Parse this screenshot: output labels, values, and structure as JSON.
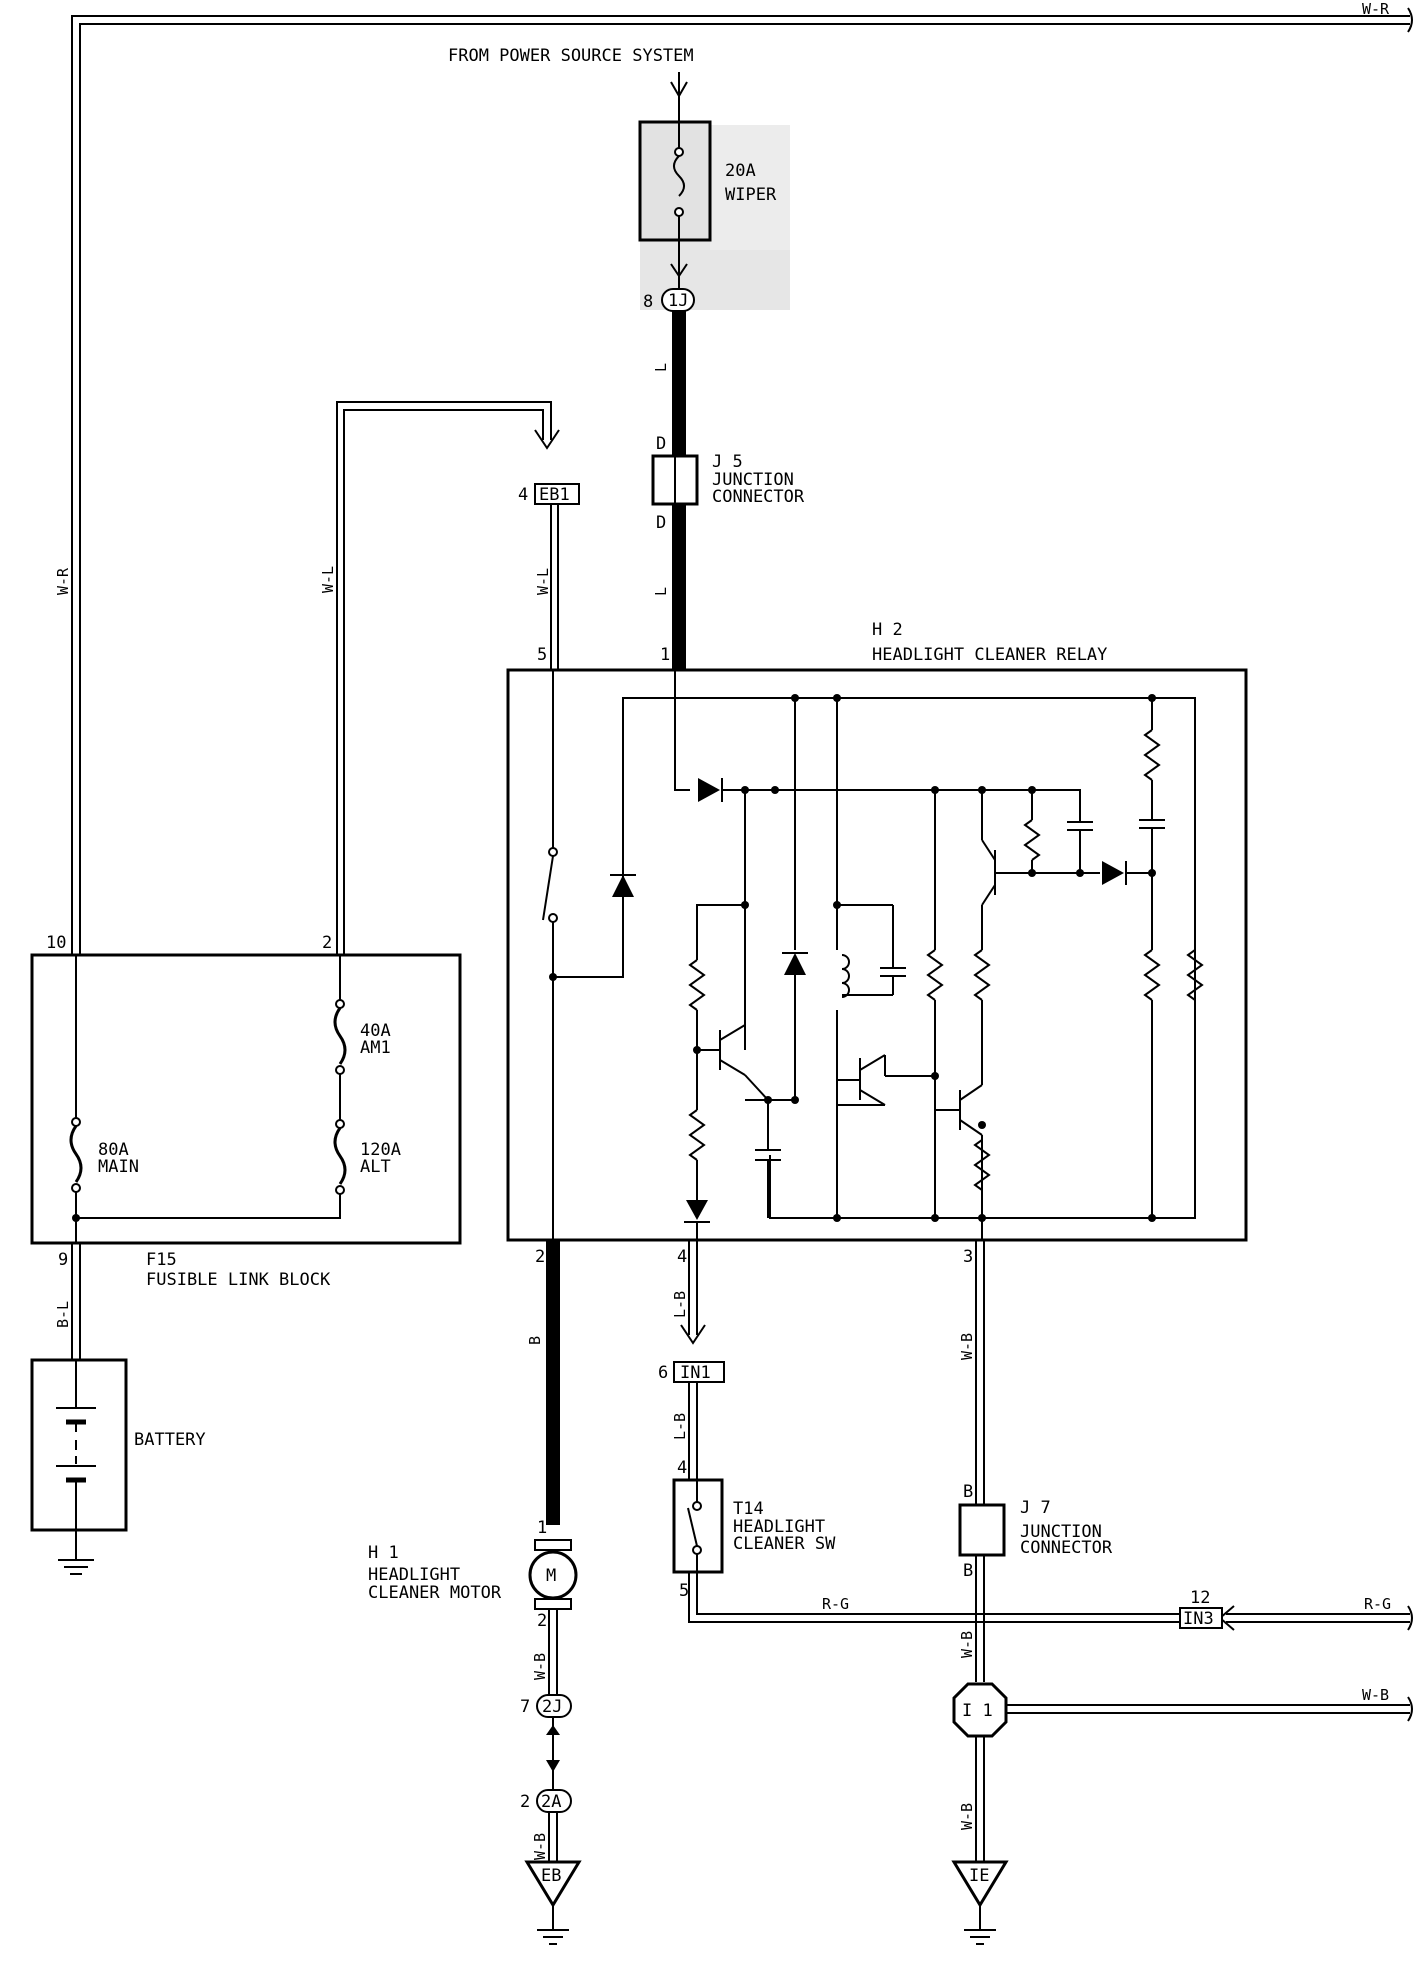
{
  "power_source": "FROM POWER SOURCE SYSTEM",
  "fuse": {
    "rating": "20A",
    "name": "WIPER"
  },
  "connectors": {
    "c1j": {
      "pin": "8",
      "label": "1J"
    },
    "eb1": {
      "pin": "4",
      "label": "EB1"
    },
    "in1": {
      "pin": "6",
      "label": "IN1"
    },
    "in3": {
      "pin": "12",
      "label": "IN3"
    },
    "c2j": {
      "pin": "7",
      "label": "2J"
    },
    "c2a": {
      "pin": "2",
      "label": "2A"
    },
    "i1": {
      "label": "I 1"
    }
  },
  "j5": {
    "id": "J 5",
    "line1": "JUNCTION",
    "line2": "CONNECTOR",
    "pin_top": "D",
    "pin_bottom": "D"
  },
  "j7": {
    "id": "J 7",
    "line1": "JUNCTION",
    "line2": "CONNECTOR",
    "pin_top": "B",
    "pin_bottom": "B"
  },
  "h2": {
    "id": "H 2",
    "name": "HEADLIGHT CLEANER RELAY",
    "pins": [
      "5",
      "1",
      "2",
      "4",
      "3"
    ]
  },
  "f15": {
    "id": "F15",
    "name": "FUSIBLE LINK BLOCK",
    "pins": [
      "10",
      "2",
      "9"
    ],
    "fuse_am1": {
      "rating": "40A",
      "name": "AM1"
    },
    "fuse_main": {
      "rating": "80A",
      "name": "MAIN"
    },
    "fuse_alt": {
      "rating": "120A",
      "name": "ALT"
    }
  },
  "battery": {
    "label": "BATTERY"
  },
  "h1": {
    "id": "H 1",
    "line1": "HEADLIGHT",
    "line2": "CLEANER MOTOR",
    "pin_top": "1",
    "pin_bottom": "2",
    "symbol": "M"
  },
  "t14": {
    "id": "T14",
    "line1": "HEADLIGHT",
    "line2": "CLEANER SW",
    "pin_top": "4",
    "pin_bottom": "5"
  },
  "grounds": {
    "eb": "EB",
    "ie": "IE"
  },
  "wires": {
    "w_r_top": "W-R",
    "w_r_left": "W-R",
    "w_l_1": "W-L",
    "w_l_2": "W-L",
    "l_1": "L",
    "l_2": "L",
    "b_l": "B-L",
    "b": "B",
    "l_b_1": "L-B",
    "l_b_2": "L-B",
    "w_b_1": "W-B",
    "w_b_2": "W-B",
    "w_b_3": "W-B",
    "w_b_4": "W-B",
    "w_b_5": "W-B",
    "w_b_right": "W-B",
    "r_g_1": "R-G",
    "r_g_2": "R-G"
  }
}
